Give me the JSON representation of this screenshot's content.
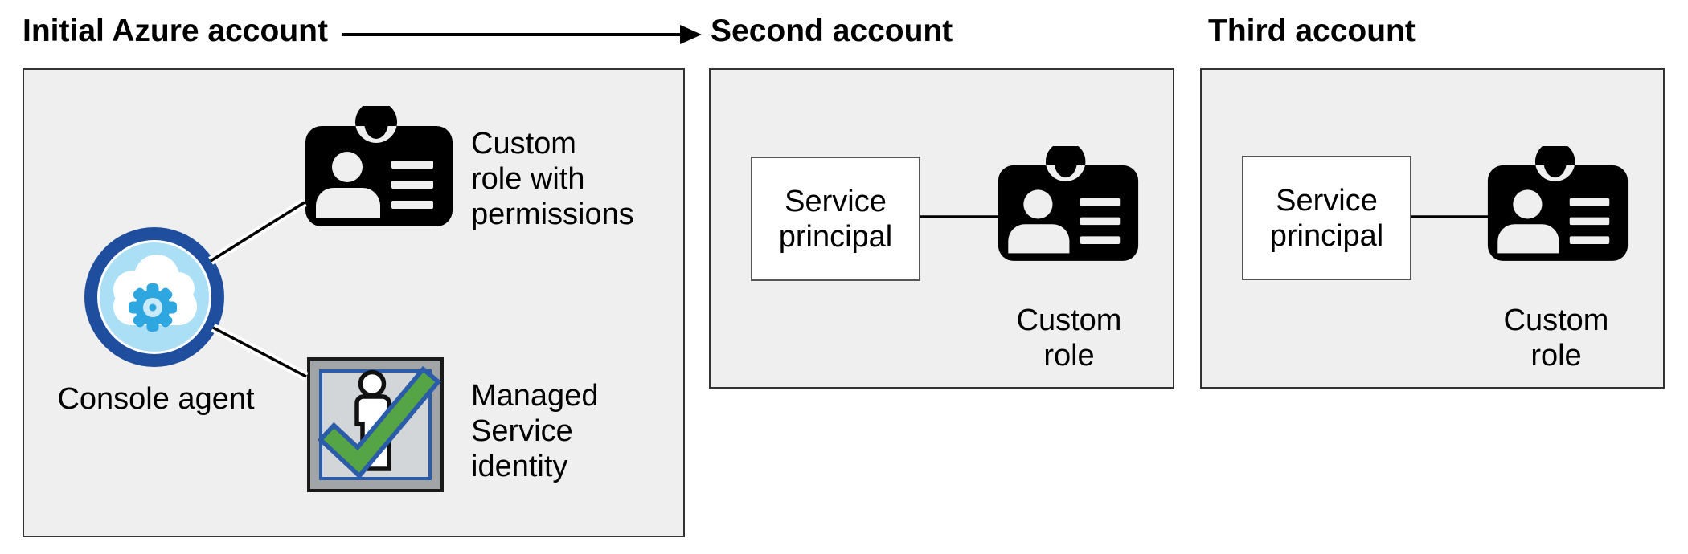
{
  "header": {
    "arrow_note": "arrow from initial account title to second account title"
  },
  "accounts": [
    {
      "title": "Initial Azure account",
      "console_agent_label": "Console agent",
      "custom_role_lines": [
        "Custom",
        "role with",
        "permissions"
      ],
      "managed_identity_lines": [
        "Managed",
        "Service",
        "identity"
      ]
    },
    {
      "title": "Second account",
      "service_principal_lines": [
        "Service",
        "principal"
      ],
      "custom_role_lines": [
        "Custom",
        "role"
      ]
    },
    {
      "title": "Third account",
      "service_principal_lines": [
        "Service",
        "principal"
      ],
      "custom_role_lines": [
        "Custom",
        "role"
      ]
    }
  ],
  "icons": {
    "console_agent": "cloud-gear-in-blue-circle",
    "custom_role": "black-id-badge-card",
    "managed_identity": "person-with-green-check-framed"
  },
  "colors": {
    "box_fill": "#efefef",
    "box_border": "#333333",
    "navy_ring": "#1f4e9e",
    "light_blue": "#abdff6",
    "gear_blue": "#2ea7e0",
    "gear_center": "#c8eafa",
    "check_green": "#55a546",
    "check_outline": "#2a5caa",
    "frame_gray": "#a2a5a8",
    "frame_inner_gray": "#d3d6d9",
    "badge_black": "#000000",
    "sp_box_border": "#555555"
  }
}
